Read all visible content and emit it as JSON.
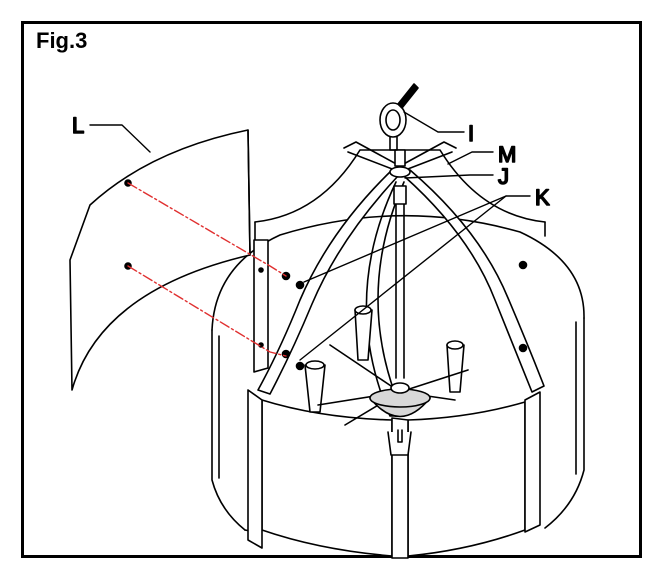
{
  "figure": {
    "title": "Fig.3",
    "labels": {
      "L": "L",
      "I": "I",
      "M": "M",
      "J": "J",
      "K": "K"
    }
  },
  "colors": {
    "ink": "#000000",
    "screw_path": "#e03030",
    "paper": "#ffffff",
    "hub_fill": "#d8d8d8"
  }
}
